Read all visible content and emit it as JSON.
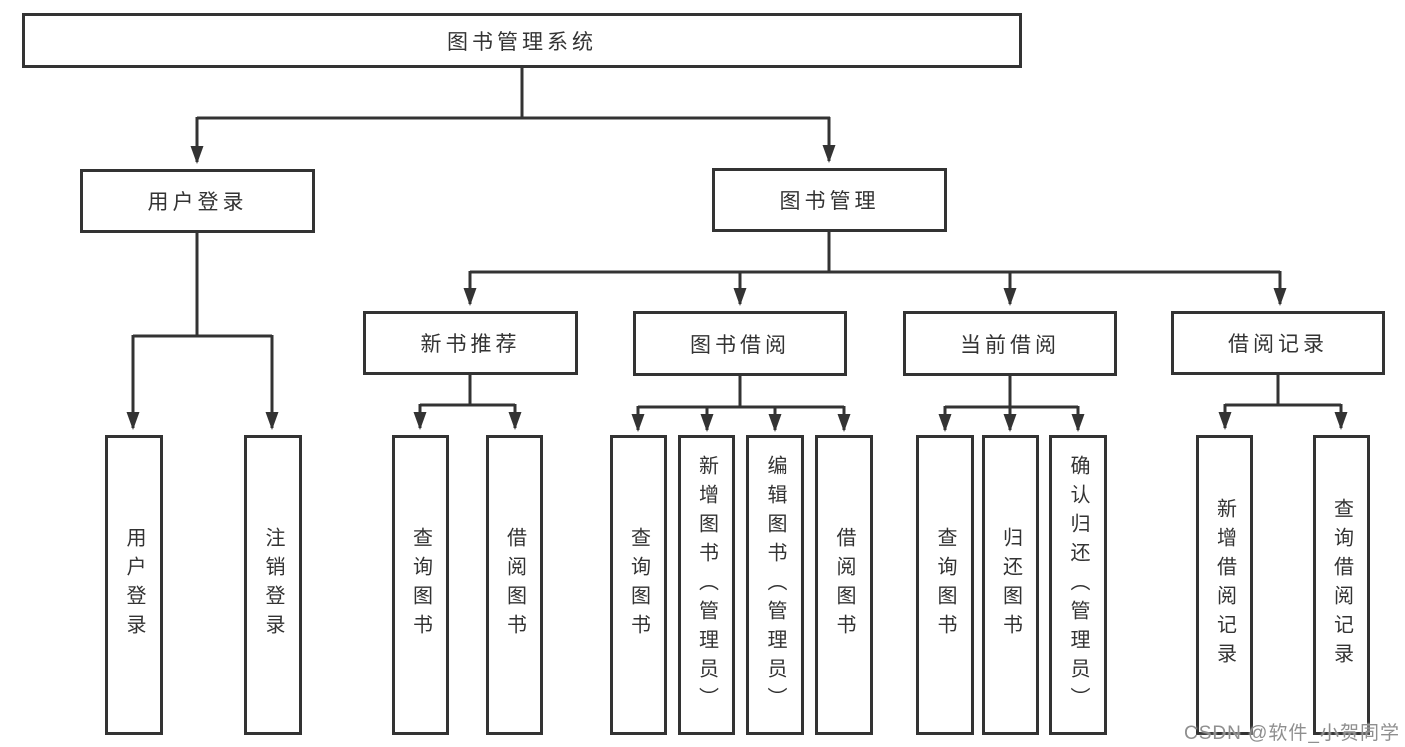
{
  "diagram": {
    "title": "图书管理系统",
    "nodes": {
      "root": {
        "label": "图书管理系统"
      },
      "level2": [
        {
          "label": "用户登录"
        },
        {
          "label": "图书管理"
        }
      ],
      "level3": [
        {
          "label": "新书推荐"
        },
        {
          "label": "图书借阅"
        },
        {
          "label": "当前借阅"
        },
        {
          "label": "借阅记录"
        }
      ],
      "leaves": {
        "user": [
          "用户登录",
          "注销登录"
        ],
        "recommend": [
          "查询图书",
          "借阅图书"
        ],
        "borrow": [
          "查询图书",
          "新增图书（管理员）",
          "编辑图书（管理员）",
          "借阅图书"
        ],
        "current": [
          "查询图书",
          "归还图书",
          "确认归还（管理员）"
        ],
        "records": [
          "新增借阅记录",
          "查询借阅记录"
        ]
      }
    },
    "colors": {
      "line": "#333333",
      "box_border": "#333333",
      "text": "#333333",
      "background": "#ffffff",
      "watermark": "#8f8f8f"
    }
  },
  "watermark": {
    "text": "CSDN @软件_小贺同学"
  }
}
